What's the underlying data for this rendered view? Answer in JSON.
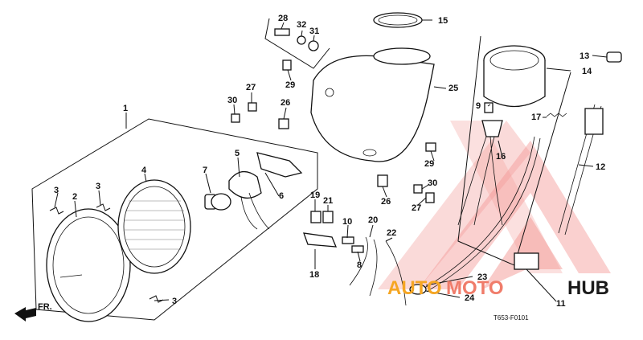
{
  "callouts": [
    {
      "id": "1",
      "label": "1"
    },
    {
      "id": "2",
      "label": "2"
    },
    {
      "id": "3a",
      "label": "3"
    },
    {
      "id": "3b",
      "label": "3"
    },
    {
      "id": "3c",
      "label": "3"
    },
    {
      "id": "4",
      "label": "4"
    },
    {
      "id": "5",
      "label": "5"
    },
    {
      "id": "6",
      "label": "6"
    },
    {
      "id": "7",
      "label": "7"
    },
    {
      "id": "8",
      "label": "8"
    },
    {
      "id": "9",
      "label": "9"
    },
    {
      "id": "10",
      "label": "10"
    },
    {
      "id": "11",
      "label": "11"
    },
    {
      "id": "12",
      "label": "12"
    },
    {
      "id": "13",
      "label": "13"
    },
    {
      "id": "14",
      "label": "14"
    },
    {
      "id": "15",
      "label": "15"
    },
    {
      "id": "16",
      "label": "16"
    },
    {
      "id": "17",
      "label": "17"
    },
    {
      "id": "18",
      "label": "18"
    },
    {
      "id": "19",
      "label": "19"
    },
    {
      "id": "20",
      "label": "20"
    },
    {
      "id": "21",
      "label": "21"
    },
    {
      "id": "22",
      "label": "22"
    },
    {
      "id": "23",
      "label": "23"
    },
    {
      "id": "24",
      "label": "24"
    },
    {
      "id": "25",
      "label": "25"
    },
    {
      "id": "26a",
      "label": "26"
    },
    {
      "id": "26b",
      "label": "26"
    },
    {
      "id": "27a",
      "label": "27"
    },
    {
      "id": "27b",
      "label": "27"
    },
    {
      "id": "28",
      "label": "28"
    },
    {
      "id": "29a",
      "label": "29"
    },
    {
      "id": "29b",
      "label": "29"
    },
    {
      "id": "30a",
      "label": "30"
    },
    {
      "id": "30b",
      "label": "30"
    },
    {
      "id": "31",
      "label": "31"
    },
    {
      "id": "32",
      "label": "32"
    }
  ],
  "direction_label": "FR.",
  "diagram_code": "T653-F0101",
  "watermark": {
    "part1": "AUTO",
    "part2": "MOTO",
    "part3": "HUB",
    "color_auto": "#f5a623",
    "color_moto": "#f07c6a",
    "color_hub": "#1a1a1a",
    "triangle_color": "#e8413c"
  }
}
